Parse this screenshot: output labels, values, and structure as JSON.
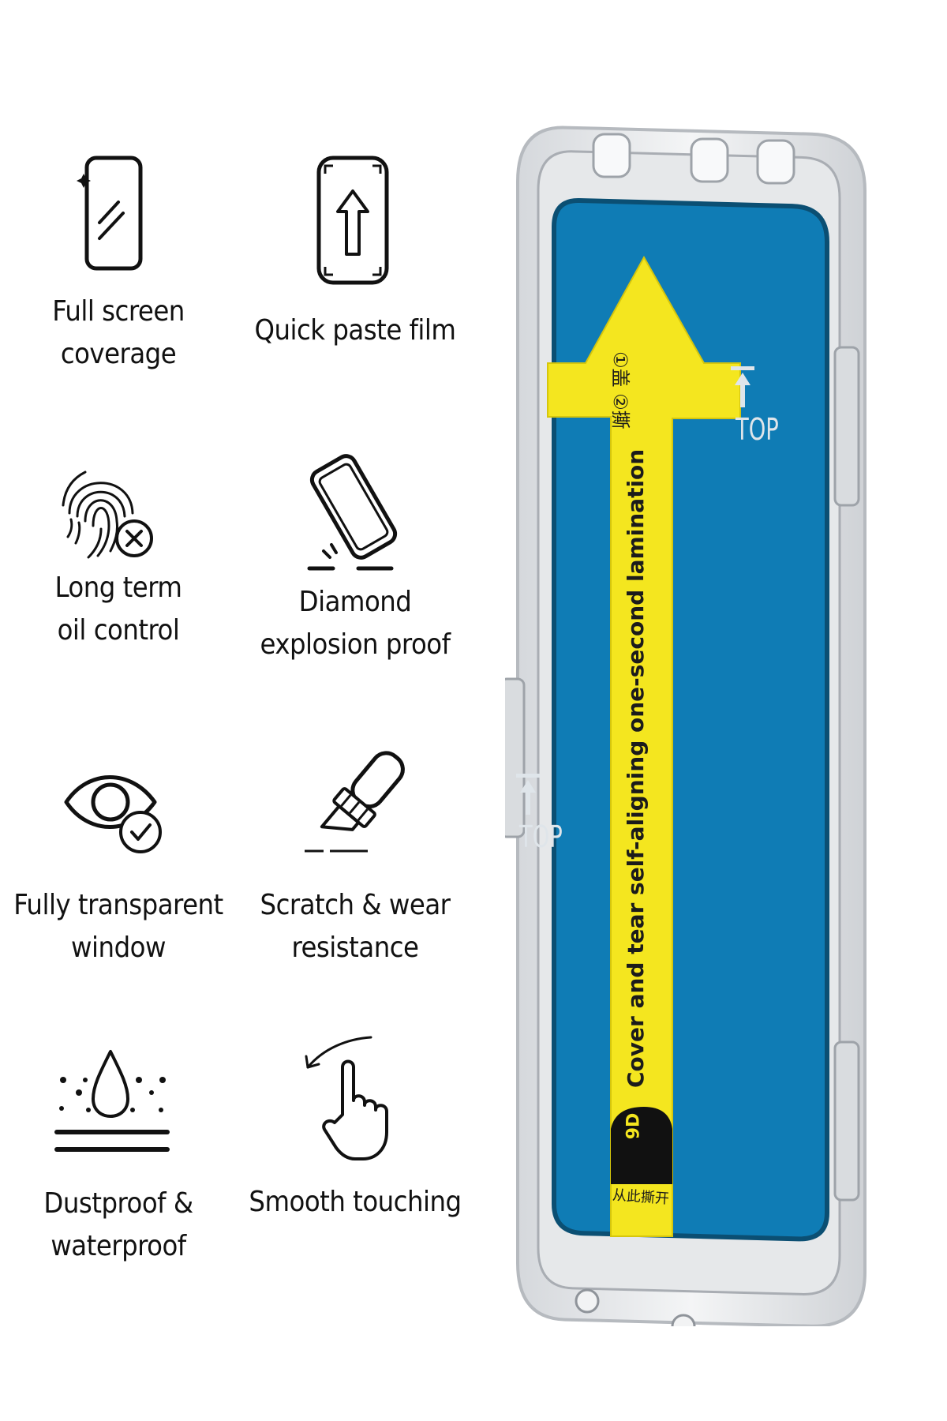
{
  "features": [
    {
      "icon": "phone-screen-icon",
      "lines": [
        "Full screen",
        "coverage"
      ]
    },
    {
      "icon": "arrow-up-phone-icon",
      "lines": [
        "Quick paste film"
      ]
    },
    {
      "icon": "fingerprint-x-icon",
      "lines": [
        "Long term",
        "oil control"
      ]
    },
    {
      "icon": "dropping-phone-icon",
      "lines": [
        "Diamond",
        "explosion proof"
      ]
    },
    {
      "icon": "eye-check-icon",
      "lines": [
        "Fully transparent",
        "window"
      ]
    },
    {
      "icon": "utility-knife-icon",
      "lines": [
        "Scratch & wear",
        "resistance"
      ]
    },
    {
      "icon": "water-drop-dust-icon",
      "lines": [
        "Dustproof &",
        "waterproof"
      ]
    },
    {
      "icon": "touch-hand-icon",
      "lines": [
        "Smooth touching"
      ]
    }
  ],
  "product": {
    "strip_text": "Cover and tear self-aligning one-second lamination",
    "strip_cn": "①盖 ②撕",
    "top_label": "TOP",
    "badge": "9D",
    "tear_label": "从此撕开",
    "colors": {
      "screen": "#0f7cb5",
      "strip": "#f4e61f",
      "tray": "#eceef0"
    }
  }
}
